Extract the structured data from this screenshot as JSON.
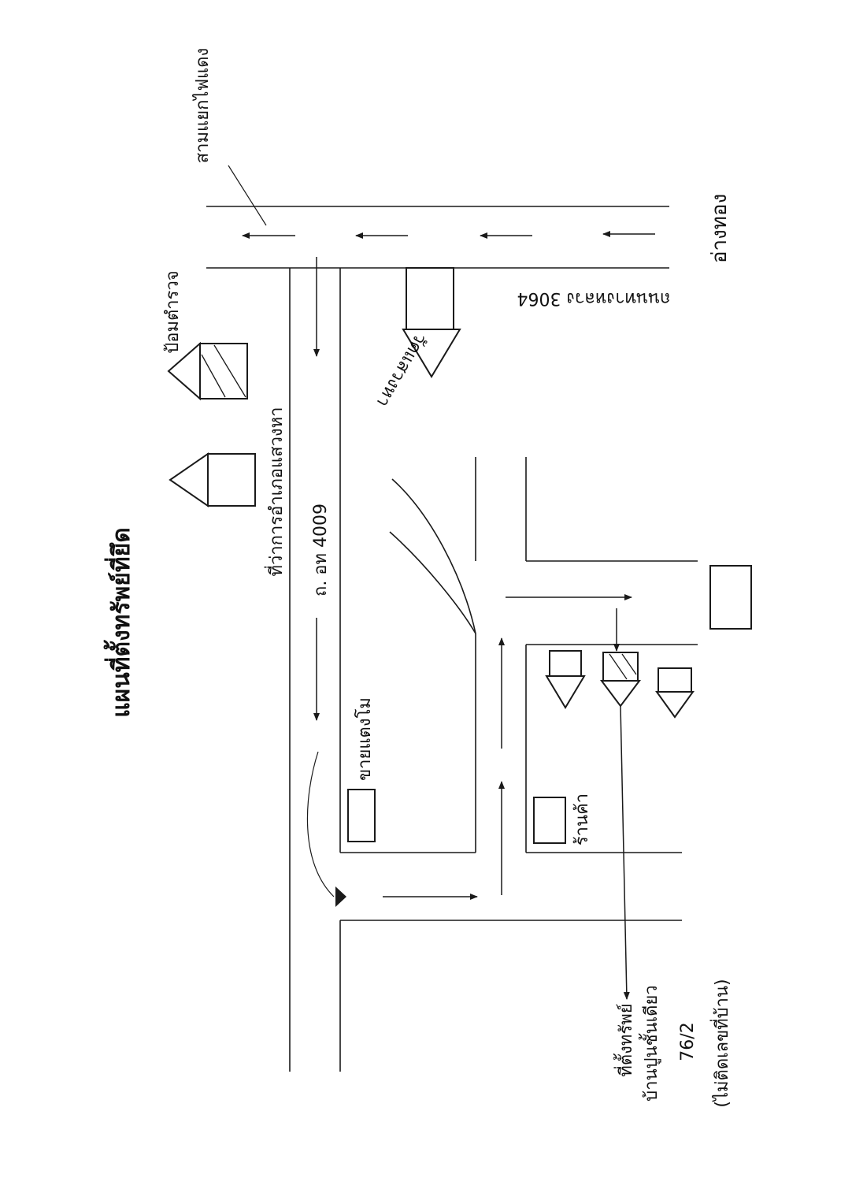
{
  "title": "แผนที่ตั้งทรัพย์ที่ยึด",
  "labels": {
    "red_light_junction": "สามแยกไฟแดง",
    "ang_thong": "อ่างทอง",
    "highway_3064": "ถนนทางหลวง 3064",
    "police_box": "ป้อมตำรวจ",
    "district_office": "ที่ว่าการอำเภอแสวงหา",
    "road_4009": "ถ. อท 4009",
    "wat_saeng_ha": "วัดแสวงหา",
    "furniture_shop": "ขายแตงโม",
    "shop": "ร้านค้า",
    "property_line1": "ที่ตั้งทรัพย์",
    "property_line2": "บ้านปูนชั้นเดียว",
    "property_line3": "76/2",
    "property_line4": "(ไม่ติดเลขที่บ้าน)"
  },
  "colors": {
    "ink": "#1a1a1a",
    "paper": "#ffffff"
  }
}
